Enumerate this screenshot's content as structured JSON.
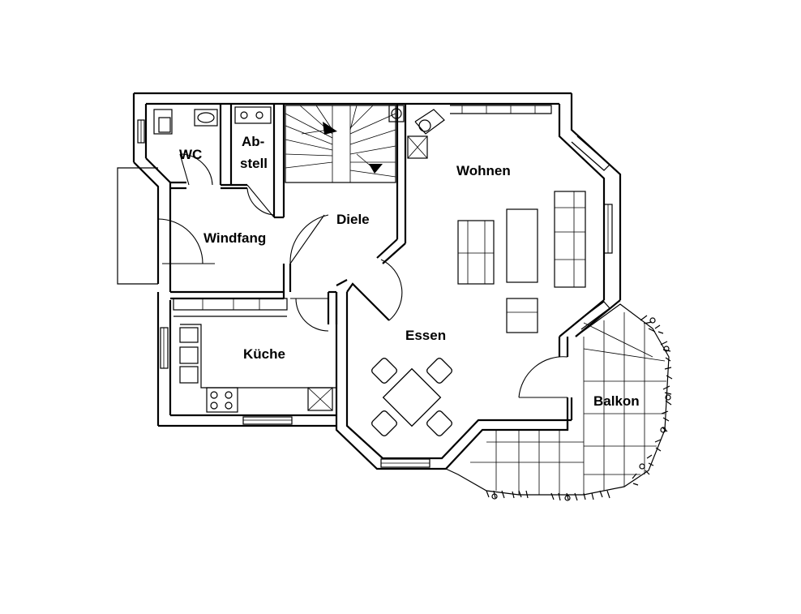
{
  "rooms": {
    "wc": "WC",
    "abstell_1": "Ab-",
    "abstell_2": "stell",
    "diele": "Diele",
    "windfang": "Windfang",
    "wohnen": "Wohnen",
    "kueche": "Küche",
    "essen": "Essen",
    "balkon": "Balkon"
  },
  "colors": {
    "ink": "#000000",
    "paper": "#ffffff"
  }
}
